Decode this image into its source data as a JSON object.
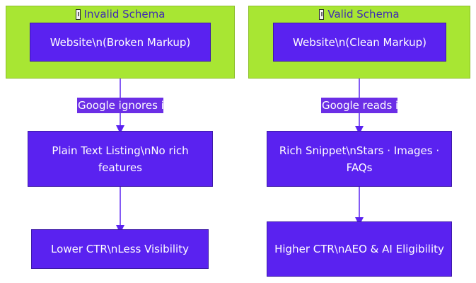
{
  "colors": {
    "cluster_fill": "#a8e633",
    "cluster_title": "#3f2bb3",
    "node_fill": "#5a22f0",
    "node_text": "#ffffff",
    "edge_line": "#5a22f0",
    "edge_label_fill": "#6b2ee6"
  },
  "clusters": {
    "invalid": {
      "title": "Invalid Schema",
      "icon": "document-icon"
    },
    "valid": {
      "title": "Valid Schema",
      "icon": "document-icon"
    }
  },
  "nodes": {
    "broken_markup": "Website\\n(Broken Markup)",
    "clean_markup": "Website\\n(Clean Markup)",
    "plain_text": "Plain Text Listing\\nNo rich features",
    "rich_snippet": "Rich Snippet\\nStars · Images · FAQs",
    "lower_ctr": "Lower CTR\\nLess Visibility",
    "higher_ctr": "Higher CTR\\nAEO & AI Eligibility"
  },
  "edges": {
    "ignores": "Google ignores it",
    "reads": "Google reads it"
  }
}
